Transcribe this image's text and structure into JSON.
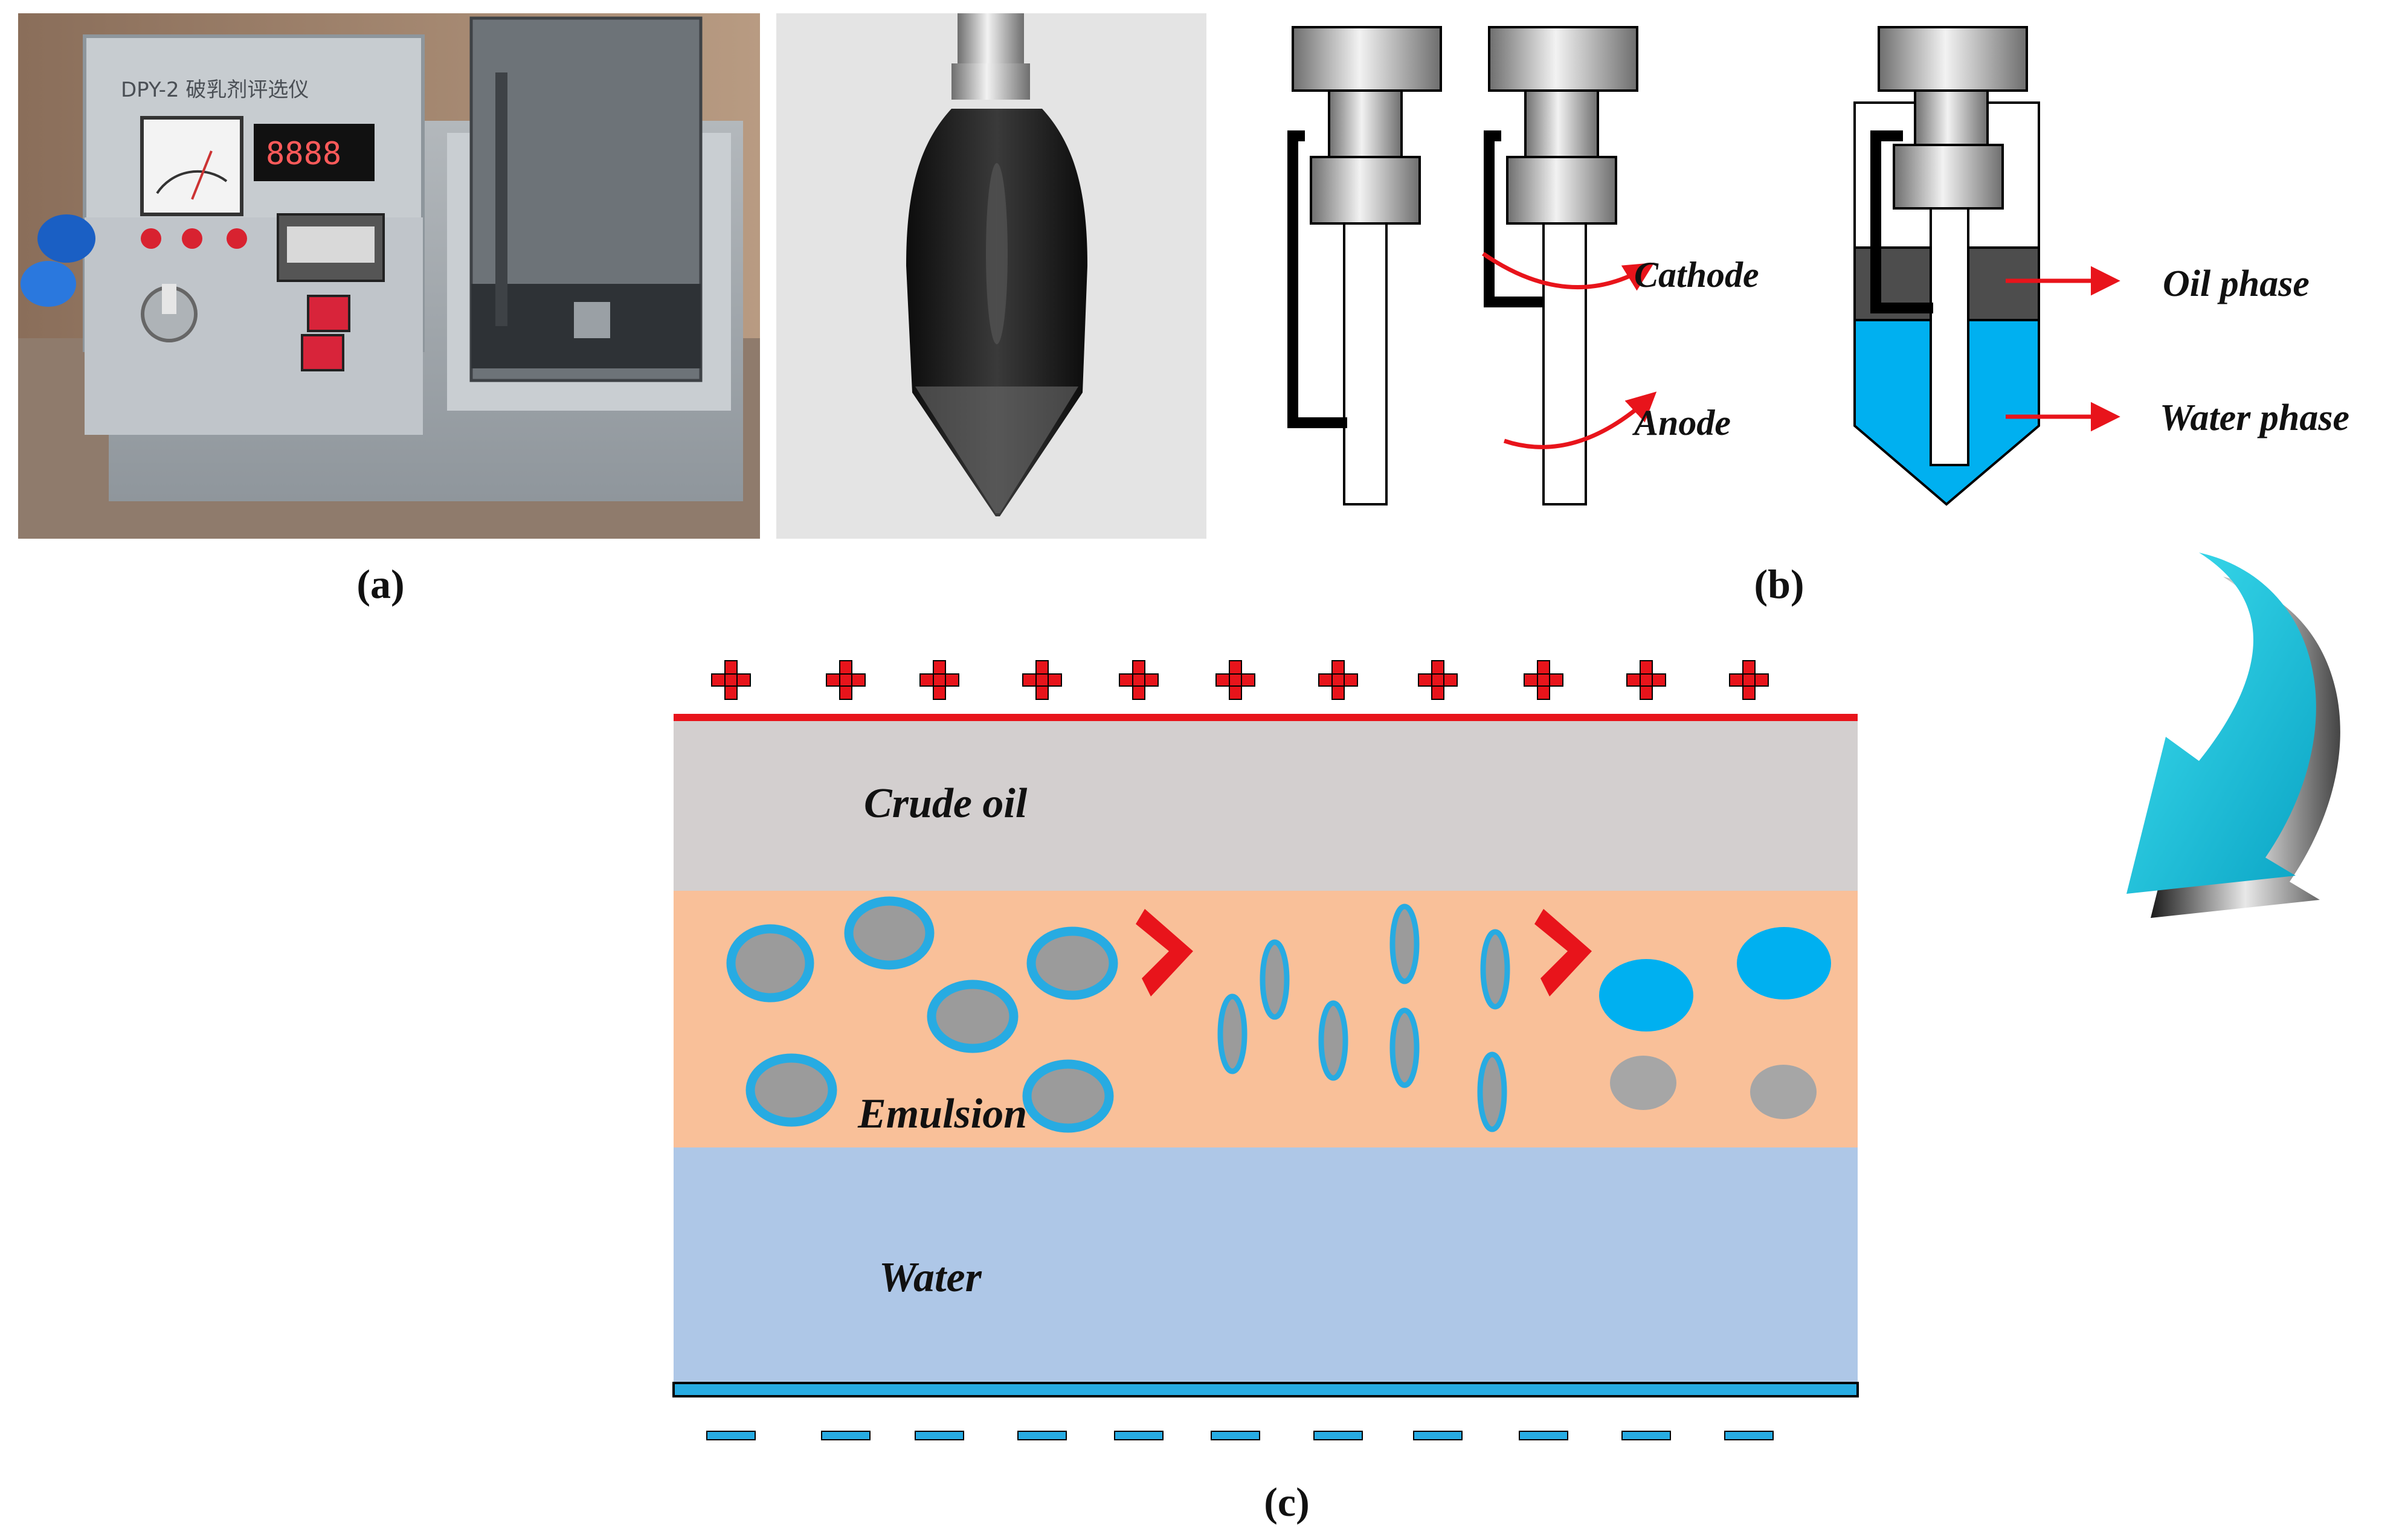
{
  "panels": {
    "a": {
      "label": "(a)"
    },
    "b": {
      "label": "(b)"
    },
    "c": {
      "label": "(c)"
    }
  },
  "photo": {
    "instrument_title": "DPY-2 破乳剂评选仪",
    "display_value": "8888"
  },
  "electrode": {
    "cathode": "Cathode",
    "anode": "Anode"
  },
  "cell": {
    "oil_phase": "Oil phase",
    "water_phase": "Water phase"
  },
  "layers": {
    "crude_oil": "Crude oil",
    "emulsion": "Emulsion",
    "water": "Water"
  },
  "colors": {
    "crude_oil": "#d3cfcf",
    "emulsion": "#f9c099",
    "water": "#aec7e7",
    "droplet_outline": "#27abe2",
    "droplet_fill": "#9b9b9b",
    "positive_electrode": "#e8141b",
    "negative_electrode": "#27abe2",
    "arrow": "#26c6d9"
  }
}
